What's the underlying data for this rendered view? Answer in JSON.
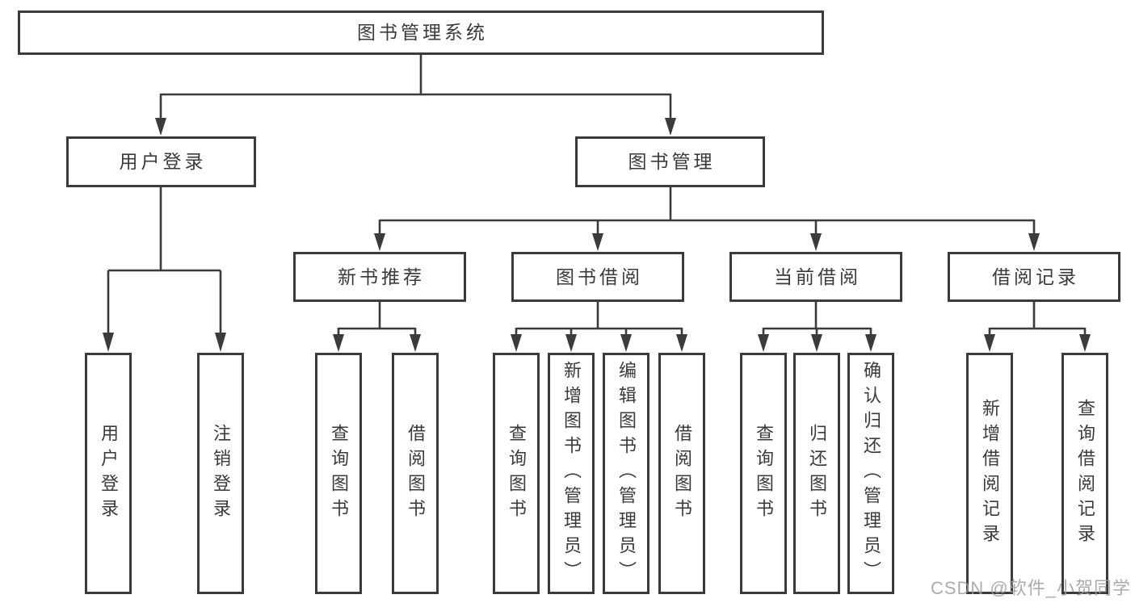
{
  "tree": {
    "label": "图书管理系统",
    "children": [
      {
        "label": "用户登录",
        "children": [
          {
            "label": "用户登录"
          },
          {
            "label": "注销登录"
          }
        ]
      },
      {
        "label": "图书管理",
        "children": [
          {
            "label": "新书推荐",
            "children": [
              {
                "label": "查询图书"
              },
              {
                "label": "借阅图书"
              }
            ]
          },
          {
            "label": "图书借阅",
            "children": [
              {
                "label": "查询图书"
              },
              {
                "label": "新增图书（管理员）"
              },
              {
                "label": "编辑图书（管理员）"
              },
              {
                "label": "借阅图书"
              }
            ]
          },
          {
            "label": "当前借阅",
            "children": [
              {
                "label": "查询图书"
              },
              {
                "label": "归还图书"
              },
              {
                "label": "确认归还（管理员）"
              }
            ]
          },
          {
            "label": "借阅记录",
            "children": [
              {
                "label": "新增借阅记录"
              },
              {
                "label": "查询借阅记录"
              }
            ]
          }
        ]
      }
    ]
  },
  "watermark": {
    "text": "CSDN @软件_小贺同学"
  },
  "colors": {
    "line": "#3b3b3b",
    "border": "#3b3b3b",
    "text": "#3a3a3a",
    "background": "#ffffff",
    "watermark": "#9e9e9e"
  }
}
